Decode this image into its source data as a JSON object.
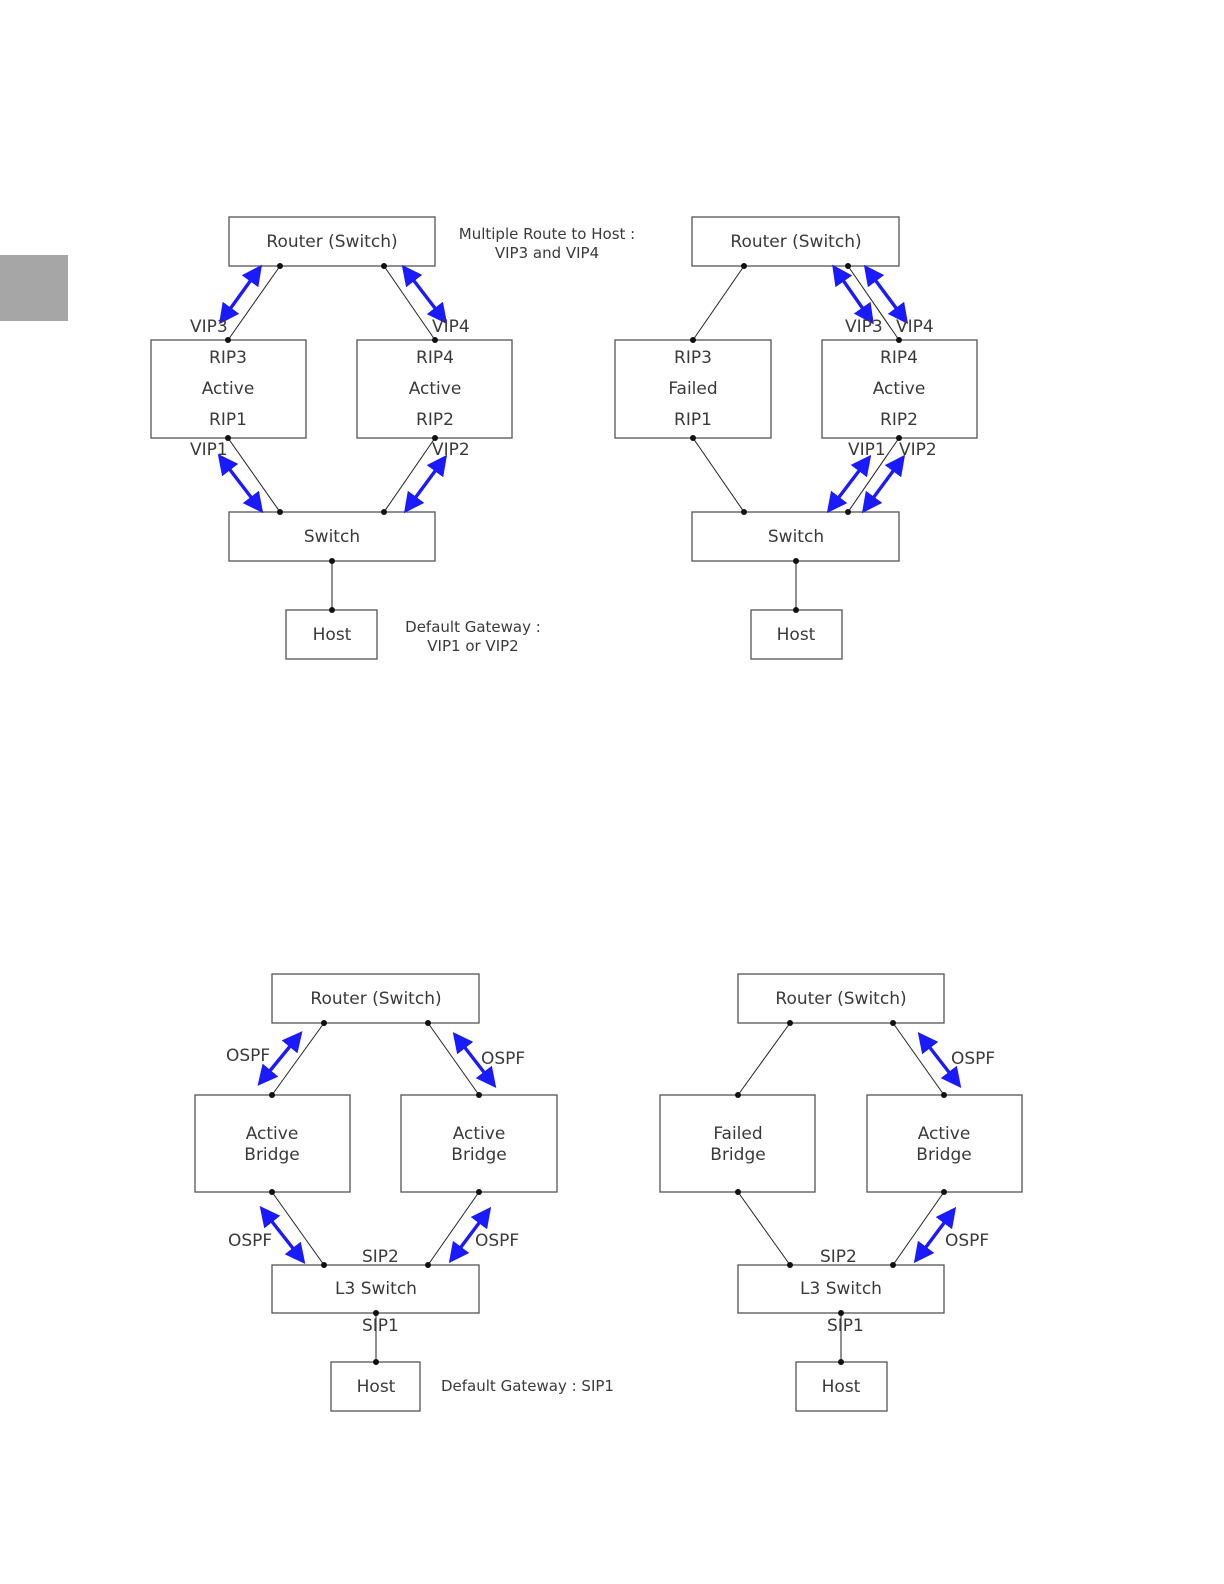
{
  "colors": {
    "link": "#222222",
    "flow_arrow": "#1a1aff",
    "box_border": "#555555",
    "tab_marker": "#a6a6a6",
    "text": "#3a3a3a"
  },
  "vrrp_normal": {
    "router": "Router (Switch)",
    "note_route": [
      "Multiple Route to Host :",
      "VIP3 and VIP4"
    ],
    "left_box": [
      "RIP3",
      "Active",
      "RIP1"
    ],
    "right_box": [
      "RIP4",
      "Active",
      "RIP2"
    ],
    "vip3": "VIP3",
    "vip4": "VIP4",
    "vip1": "VIP1",
    "vip2": "VIP2",
    "switch": "Switch",
    "host": "Host",
    "note_gateway": [
      "Default Gateway :",
      "VIP1 or VIP2"
    ]
  },
  "vrrp_failover": {
    "router": "Router (Switch)",
    "left_box": [
      "RIP3",
      "Failed",
      "RIP1"
    ],
    "right_box": [
      "RIP4",
      "Active",
      "RIP2"
    ],
    "vip3": "VIP3",
    "vip4": "VIP4",
    "vip1": "VIP1",
    "vip2": "VIP2",
    "switch": "Switch",
    "host": "Host"
  },
  "ospf_normal": {
    "router": "Router (Switch)",
    "left_box": [
      "Active",
      "Bridge"
    ],
    "right_box": [
      "Active",
      "Bridge"
    ],
    "ospf": "OSPF",
    "sip2": "SIP2",
    "sip1": "SIP1",
    "l3switch": "L3 Switch",
    "host": "Host",
    "note_gateway": "Default Gateway : SIP1"
  },
  "ospf_failover": {
    "router": "Router (Switch)",
    "left_box": [
      "Failed",
      "Bridge"
    ],
    "right_box": [
      "Active",
      "Bridge"
    ],
    "ospf": "OSPF",
    "sip2": "SIP2",
    "sip1": "SIP1",
    "l3switch": "L3 Switch",
    "host": "Host"
  }
}
